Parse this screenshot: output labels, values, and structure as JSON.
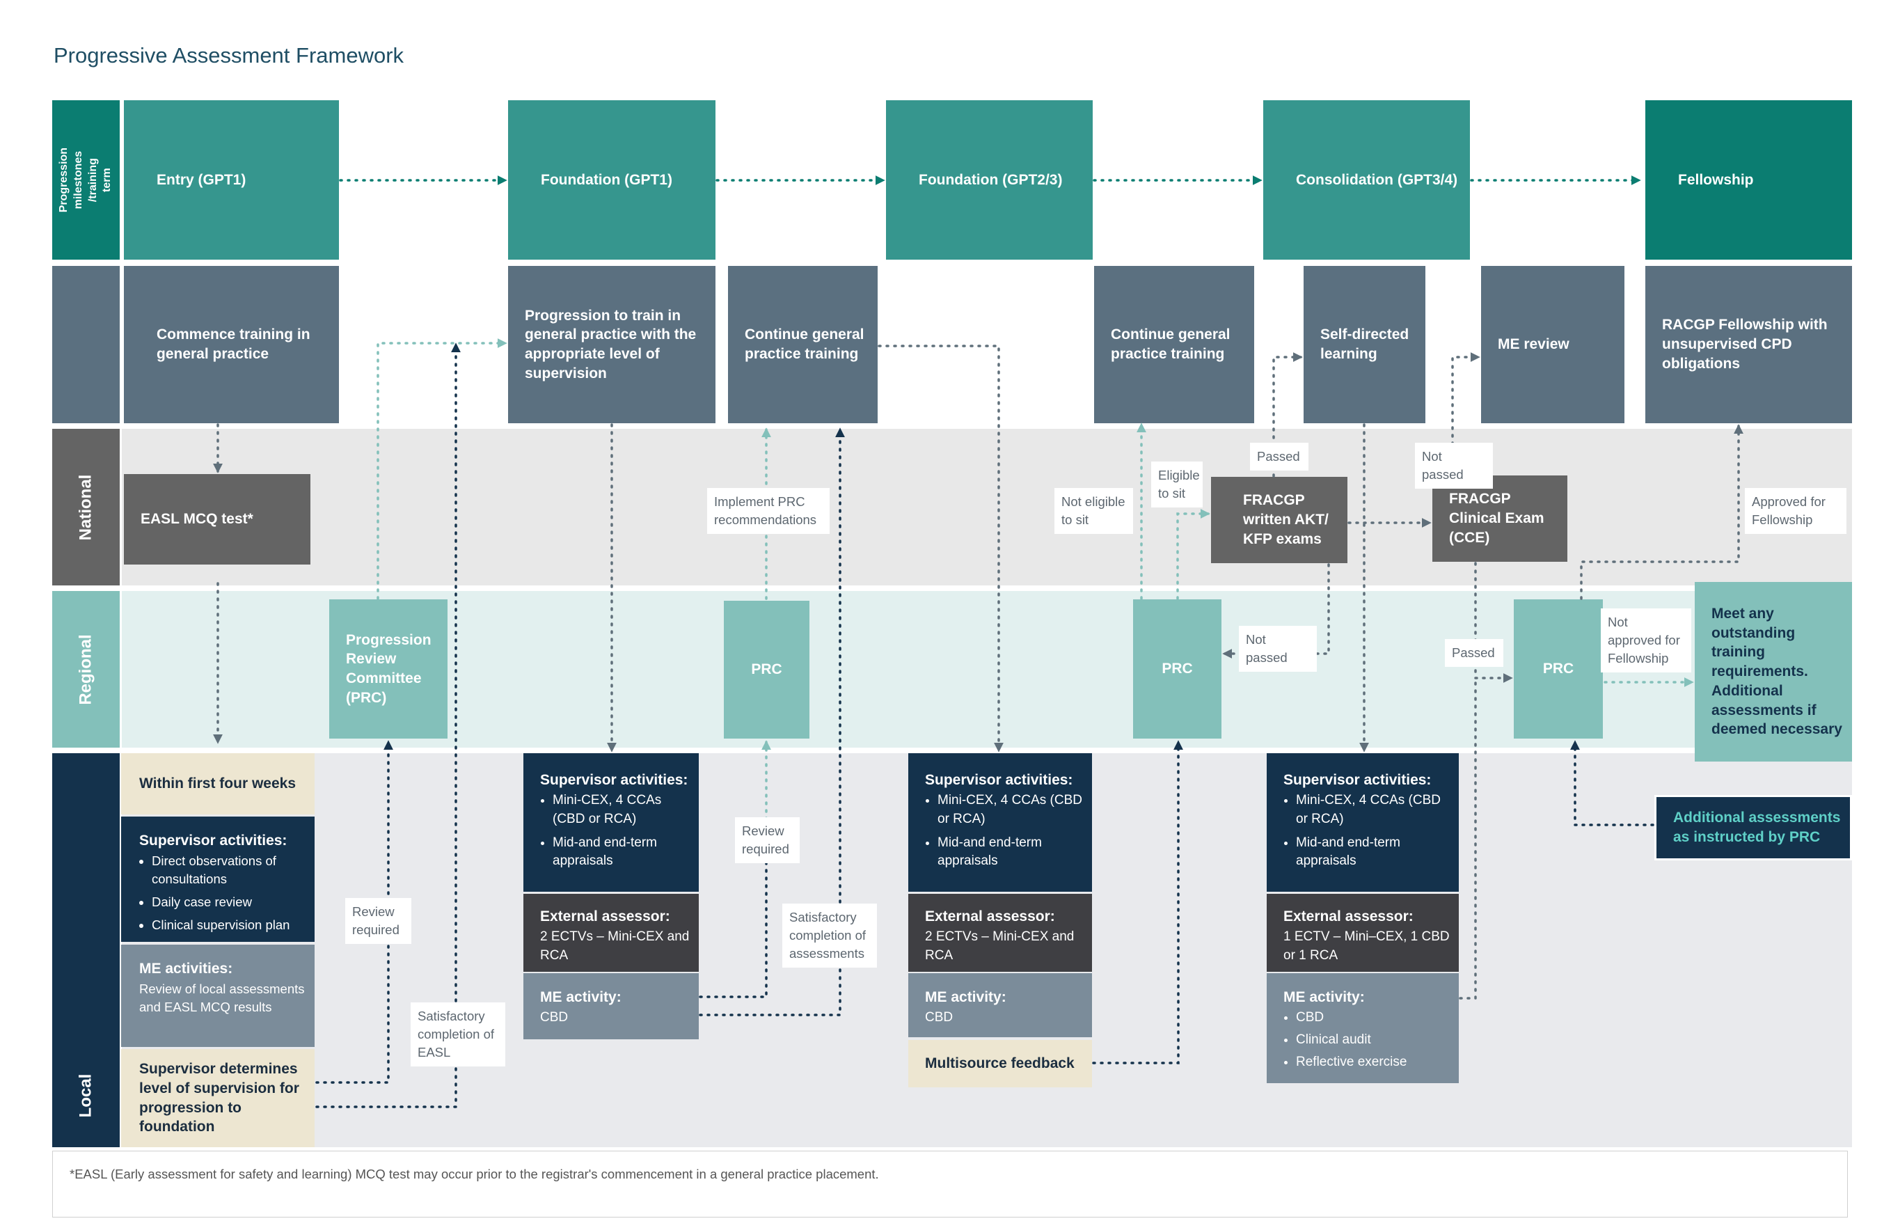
{
  "title": "Progressive Assessment Framework",
  "row_labels": {
    "milestones": "Progression milestones /training term",
    "national": "National",
    "regional": "Regional",
    "local": "Local"
  },
  "milestones": [
    "Entry (GPT1)",
    "Foundation (GPT1)",
    "Foundation (GPT2/3)",
    "Consolidation (GPT3/4)",
    "Fellowship"
  ],
  "outcomes": {
    "commence": "Commence training in general practice",
    "progression": "Progression to train in general practice with the appropriate level of supervision",
    "continue1": "Continue general practice training",
    "continue2": "Continue general practice training",
    "self_directed": "Self-directed learning",
    "me_review": "ME review",
    "racgp": "RACGP Fellowship with unsupervised CPD obligations"
  },
  "national": {
    "easl": "EASL MCQ test*",
    "akt": "FRACGP written AKT/ KFP exams",
    "cce": "FRACGP Clinical Exam (CCE)"
  },
  "regional": {
    "prc_full": "Progression Review Committee (PRC)",
    "prc": "PRC",
    "meet_any": "Meet any outstanding training requirements. Additional assessments if deemed necessary"
  },
  "local": {
    "col1": {
      "first_weeks": "Within first four weeks",
      "sup_title": "Supervisor activities:",
      "sup_items": [
        "Direct observations of consultations",
        "Daily case review",
        "Clinical supervision plan"
      ],
      "me_title": "ME activities:",
      "me_text": "Review of local assessments and EASL MCQ results",
      "determines": "Supervisor determines level of supervision for progression to foundation"
    },
    "col2": {
      "sup_title": "Supervisor activities:",
      "sup_items": [
        "Mini-CEX, 4 CCAs (CBD or RCA)",
        "Mid-and end-term appraisals"
      ],
      "ext_title": "External assessor:",
      "ext_text": "2 ECTVs – Mini-CEX and RCA",
      "me_title": "ME activity:",
      "me_text": "CBD"
    },
    "col3": {
      "sup_title": "Supervisor activities:",
      "sup_items": [
        "Mini-CEX, 4 CCAs (CBD or RCA)",
        "Mid-and end-term appraisals"
      ],
      "ext_title": "External assessor:",
      "ext_text": "2 ECTVs – Mini-CEX and RCA",
      "me_title": "ME activity:",
      "me_text": "CBD",
      "multisource": "Multisource feedback"
    },
    "col4": {
      "sup_title": "Supervisor activities:",
      "sup_items": [
        "Mini-CEX, 4 CCAs (CBD or RCA)",
        "Mid-and end-term appraisals"
      ],
      "ext_title": "External assessor:",
      "ext_text": "1 ECTV – Mini–CEX, 1 CBD or 1 RCA",
      "me_title": "ME activity:",
      "me_items": [
        "CBD",
        "Clinical audit",
        "Reflective exercise"
      ]
    },
    "additional": "Additional assessments as instructed by PRC"
  },
  "notes": {
    "review_required_1": "Review required",
    "satisfactory_easl": "Satisfactory completion of EASL",
    "implement_prc": "Implement PRC recommendations",
    "review_required_2": "Review required",
    "satisfactory_assess": "Satisfactory completion of assessments",
    "not_eligible": "Not eligible to sit",
    "eligible": "Eligible to sit",
    "passed_1": "Passed",
    "not_passed_1": "Not passed",
    "not_passed_2": "Not passed",
    "passed_2": "Passed",
    "approved": "Approved for Fellowship",
    "not_approved": "Not approved for Fellowship"
  },
  "footnote": "*EASL (Early assessment for safety and learning) MCQ test may occur prior to the registrar's commencement in a general practice placement.",
  "colors": {
    "teal": "#36968e",
    "teal_dark": "#0b7d71",
    "slate": "#5b7080",
    "national_band": "#e8e8e8",
    "regional_band": "#e2f0ef",
    "local_band": "#e9eaed",
    "prc": "#83c0ba",
    "navy": "#14324c",
    "beige": "#ede6d1"
  }
}
